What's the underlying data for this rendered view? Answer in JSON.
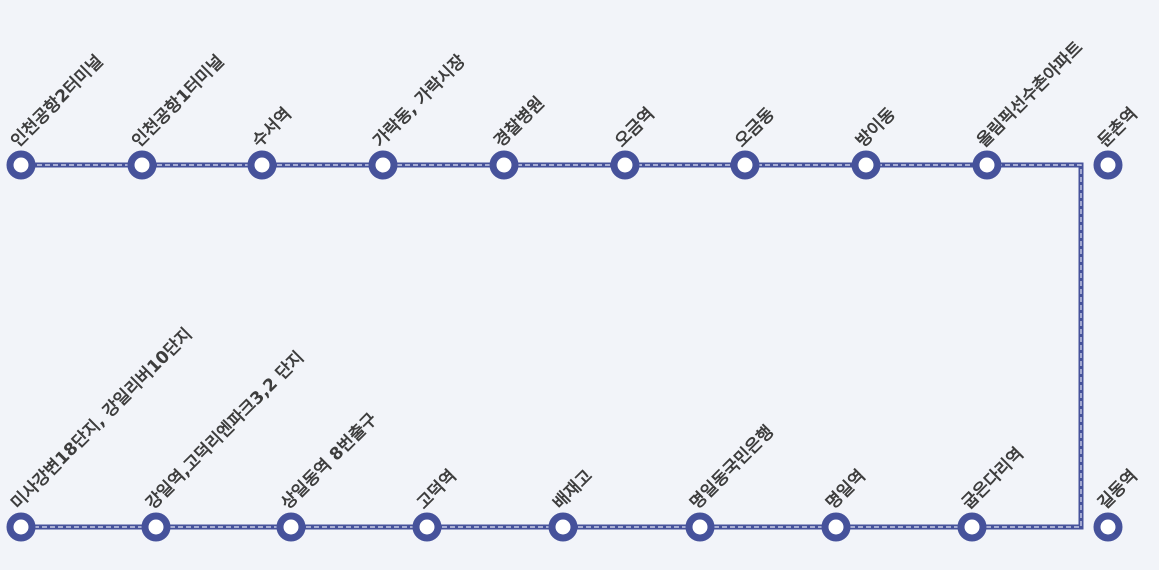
{
  "colors": {
    "line": "#46529b",
    "line_dash": "#c9cde6",
    "stop_fill": "#ffffff",
    "label": "#3d3d3d",
    "background": "#f2f4f9"
  },
  "route": {
    "top_row": [
      "인천공항2터미널",
      "인천공항1터미널",
      "수서역",
      "가락동, 가락시장",
      "경찰병원",
      "오금역",
      "오금동",
      "방이동",
      "올림픽선수촌아파트",
      "둔촌역"
    ],
    "bottom_row": [
      "미사강변18단지, 강일리버10단지",
      "강일역,고덕리엔파크3,2 단지",
      "상일동역 8번출구",
      "고덕역",
      "배재고",
      "명일동국민은행",
      "명일역",
      "굽은다리역",
      "길동역"
    ]
  }
}
